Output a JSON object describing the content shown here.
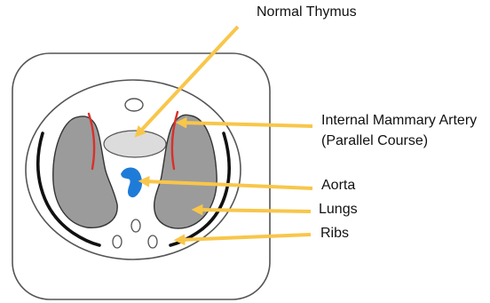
{
  "labels": {
    "thymus": "Normal Thymus",
    "ima_line1": "Internal Mammary Artery",
    "ima_line2": "(Parallel Course)",
    "aorta": "Aorta",
    "lungs": "Lungs",
    "ribs": "Ribs"
  },
  "colors": {
    "arrow": "#F8C64A",
    "lung_fill": "#9B9B9B",
    "thymus_fill": "#DCDCDC",
    "aorta_fill": "#1F7BD8",
    "mammary_artery": "#D9302B",
    "outline": "#333333",
    "ribs": "#111111"
  }
}
